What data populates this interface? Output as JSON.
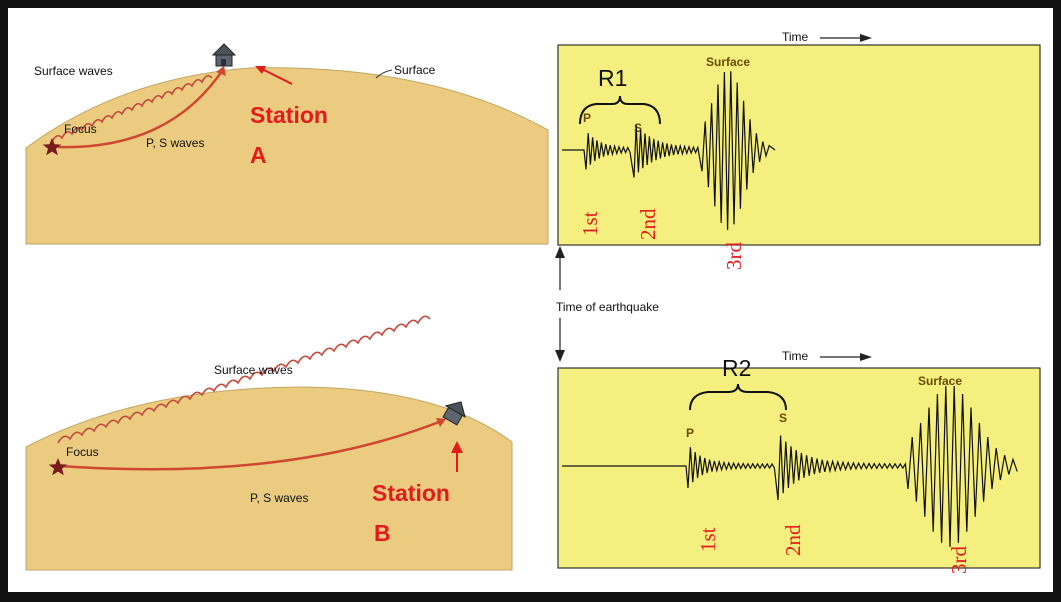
{
  "colors": {
    "ground": "#eacb80",
    "record": "#f4ef7e",
    "accent_red": "#e21b1b",
    "wave_red": "#c24a3a",
    "page_bg": "#f7f5b0"
  },
  "diagram_a": {
    "surface_waves": "Surface waves",
    "surface": "Surface",
    "focus": "Focus",
    "ps_waves": "P, S waves",
    "station": "Station",
    "station_letter": "A"
  },
  "diagram_b": {
    "surface_waves": "Surface waves",
    "focus": "Focus",
    "ps_waves": "P, S waves",
    "station": "Station",
    "station_letter": "B"
  },
  "seismogram_a": {
    "time": "Time",
    "range_label": "R1",
    "p": "P",
    "s": "S",
    "surface": "Surface",
    "order": [
      "1st",
      "2nd",
      "3rd"
    ]
  },
  "middle": {
    "time_of_earthquake": "Time of earthquake"
  },
  "seismogram_b": {
    "time": "Time",
    "range_label": "R2",
    "p": "P",
    "s": "S",
    "surface": "Surface",
    "order": [
      "1st",
      "2nd",
      "3rd"
    ]
  }
}
